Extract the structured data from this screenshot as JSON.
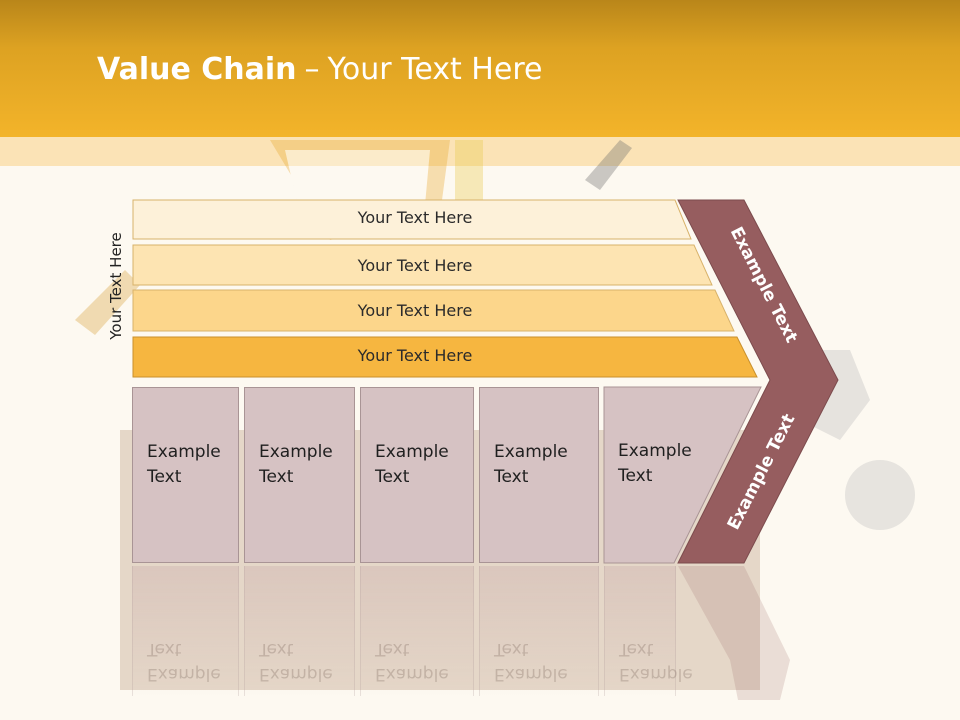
{
  "title": {
    "bold": "Value Chain",
    "separator": "–",
    "rest": "Your Text Here"
  },
  "side_label": "Your Text Here",
  "rows": [
    {
      "label": "Your Text Here"
    },
    {
      "label": "Your Text Here"
    },
    {
      "label": "Your Text Here"
    },
    {
      "label": "Your Text Here"
    }
  ],
  "boxes": [
    {
      "line1": "Example",
      "line2": "Text"
    },
    {
      "line1": "Example",
      "line2": "Text"
    },
    {
      "line1": "Example",
      "line2": "Text"
    },
    {
      "line1": "Example",
      "line2": "Text"
    },
    {
      "line1": "Example",
      "line2": "Text"
    }
  ],
  "chevron": {
    "upper": "Example Text",
    "lower": "Example Text"
  },
  "colors": {
    "header": "#f3b42a",
    "row_fills": [
      "#fdf1d9",
      "#fde4b2",
      "#fcd68b",
      "#f6b640"
    ],
    "box_fill": "#d6c2c3",
    "chevron": "#965d5f"
  }
}
